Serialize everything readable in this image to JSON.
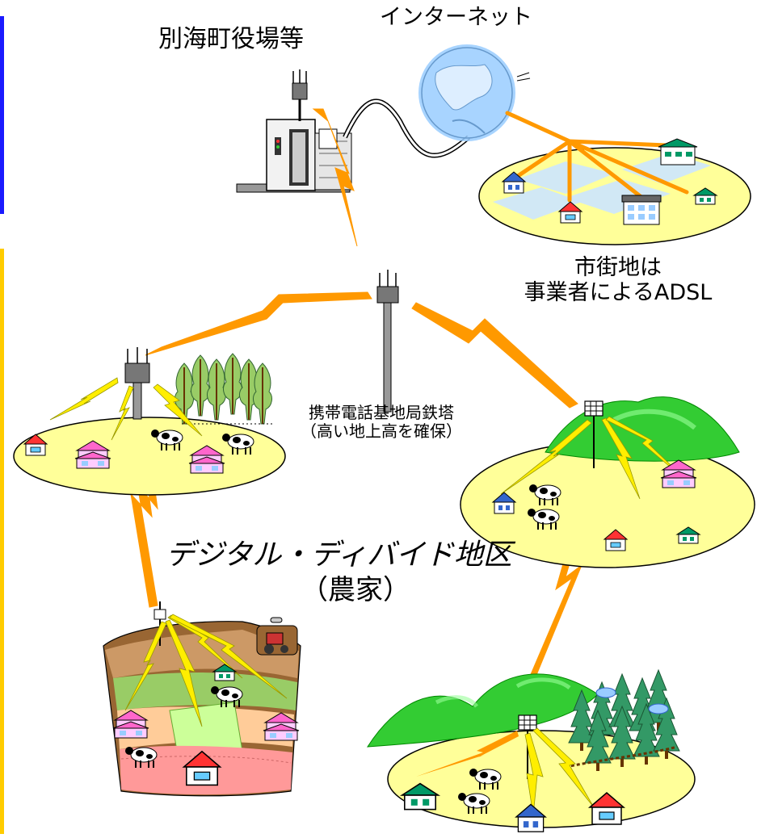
{
  "labels": {
    "town_office": "別海町役場等",
    "internet": "インターネット",
    "urban_line1": "市街地は",
    "urban_line2": "事業者によるADSL",
    "tower_line1": "携帯電話基地局鉄塔",
    "tower_line2": "（高い地上高を確保）",
    "divide_line1": "デジタル・ディバイド地区",
    "divide_line2": "（農家）"
  },
  "colors": {
    "left_bar_top": "#1a1aff",
    "left_bar_bottom": "#ffcc00",
    "lightning": "#ff9900",
    "lightning_yellow": "#ffee00",
    "field": "#ffff99",
    "hill": "#33cc33",
    "adsl_line": "#ff9900",
    "globe": "#99ccff"
  }
}
